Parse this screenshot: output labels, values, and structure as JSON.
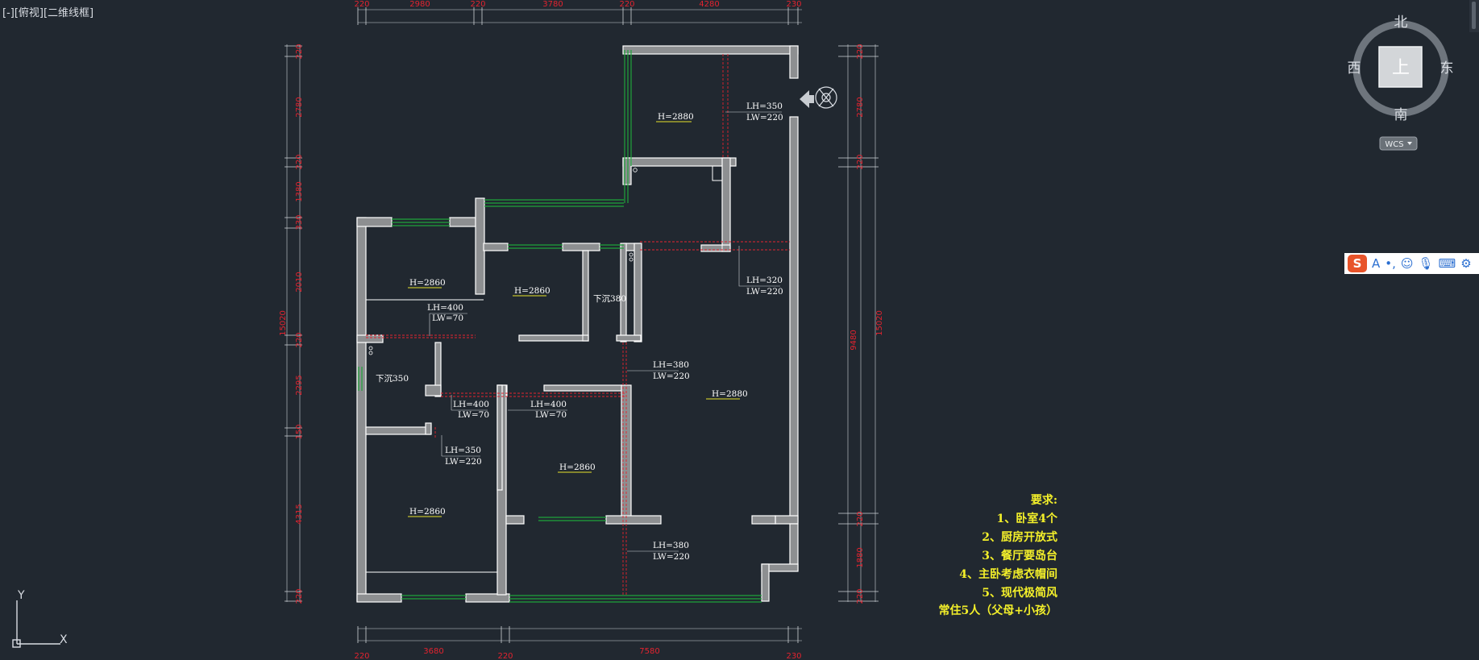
{
  "viewport": {
    "label": "[-][俯视][二维线框]"
  },
  "dims_top": [
    "220",
    "2980",
    "220",
    "3780",
    "220",
    "4280",
    "230"
  ],
  "dims_bottom": [
    "220",
    "3680",
    "220",
    "7580",
    "230"
  ],
  "dims_left": [
    "220",
    "2780",
    "220",
    "1380",
    "330",
    "2010",
    "220",
    "2295",
    "150",
    "4315",
    "220"
  ],
  "dims_left_total": "15020",
  "dims_right": [
    "220",
    "2780",
    "220",
    "220",
    "1880",
    "220"
  ],
  "dims_right_mid": "9480",
  "dims_right_total": "15020",
  "room_heights": {
    "h_top": "H=2880",
    "h_br1": "H=2860",
    "h_br2": "H=2860",
    "h_living": "H=2880",
    "h_br3": "H=2860",
    "h_br4": "H=2860"
  },
  "sunken": {
    "kitchen": "下沉380",
    "bath": "下沉350"
  },
  "beams": {
    "b1": [
      "LH=350",
      "LW=220"
    ],
    "b2": [
      "LH=320",
      "LW=220"
    ],
    "b3": [
      "LH=400",
      "LW=70"
    ],
    "b4": [
      "LH=380",
      "LW=220"
    ],
    "b5": [
      "LH=400",
      "LW=70"
    ],
    "b6": [
      "LH=400",
      "LW=70"
    ],
    "b7": [
      "LH=350",
      "LW=220"
    ],
    "b8": [
      "LH=380",
      "LW=220"
    ]
  },
  "requirements": [
    "要求:",
    "1、卧室4个",
    "2、厨房开放式",
    "3、餐厅要岛台",
    "4、主卧考虑衣帽间",
    "5、现代极简风",
    "常住5人（父母+小孩）"
  ],
  "viewcube": {
    "north": "北",
    "south": "南",
    "east": "东",
    "west": "西",
    "top": "上",
    "wcs": "WCS"
  },
  "ucs": {
    "x": "X",
    "y": "Y"
  },
  "ime_icons": [
    "sogou-logo-icon",
    "letter-a-icon",
    "punctuation-icon",
    "emoji-icon",
    "microphone-icon",
    "keyboard-icon",
    "tools-icon"
  ],
  "colors": {
    "background": "#212830",
    "wall_fill": "#8d8f91",
    "dimension": "#e3232f",
    "window": "#1fa33a",
    "requirement_text": "#f4f02a",
    "height_mark": "#e8e22a"
  }
}
